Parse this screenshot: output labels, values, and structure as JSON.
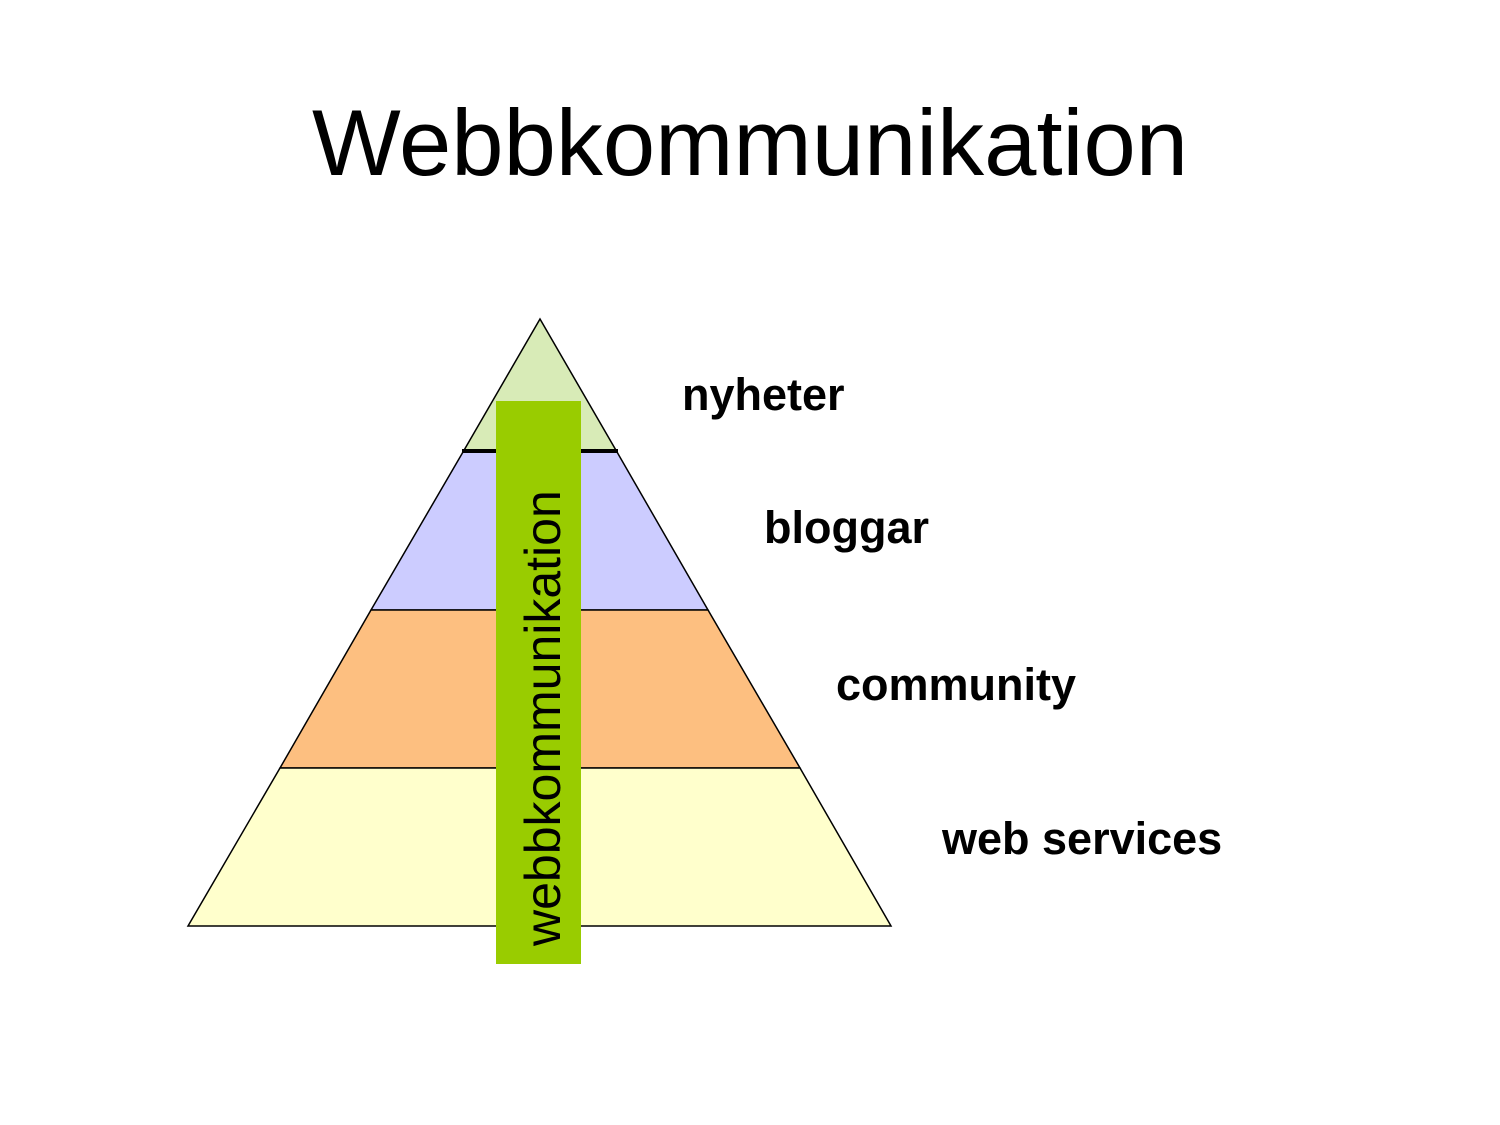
{
  "title": "Webbkommunikation",
  "tiers": [
    {
      "label": "nyheter",
      "color": "#D8EBB7"
    },
    {
      "label": "bloggar",
      "color": "#CCCCFF"
    },
    {
      "label": "community",
      "color": "#FDBF80"
    },
    {
      "label": "web services",
      "color": "#FFFFCC"
    }
  ],
  "vertical_band": {
    "label": "webbkommunikation",
    "color": "#99CC00"
  }
}
